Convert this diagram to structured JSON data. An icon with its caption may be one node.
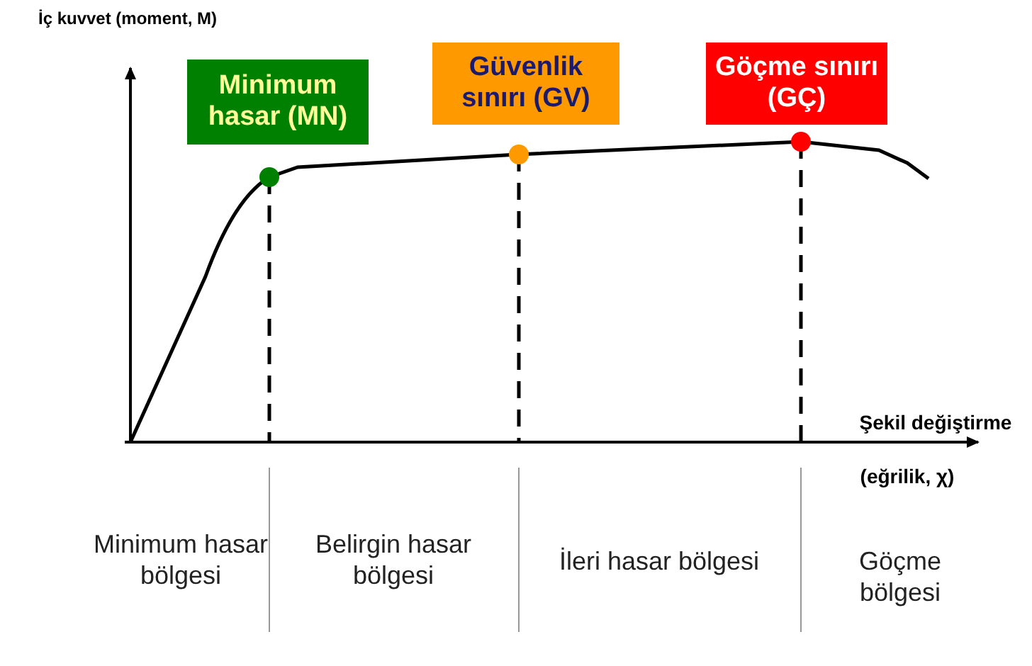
{
  "diagram": {
    "nodes": [
      {
        "text": [
          "Minimum hasar (MN)"
        ]
      },
      {
        "text": [
          "Güvenlik sınırı (GV)"
        ]
      },
      {
        "text": [
          "Göçme sınırı (GÇ)"
        ]
      }
    ],
    "edges": [],
    "labels": [
      "İç kuvvet (moment, M)",
      "Şekil değiştirme",
      "(eğrilik, χ)",
      "Minimum hasar bölgesi",
      "Belirgin hasar bölgesi",
      "İleri hasar bölgesi",
      "Göçme bölgesi"
    ]
  }
}
